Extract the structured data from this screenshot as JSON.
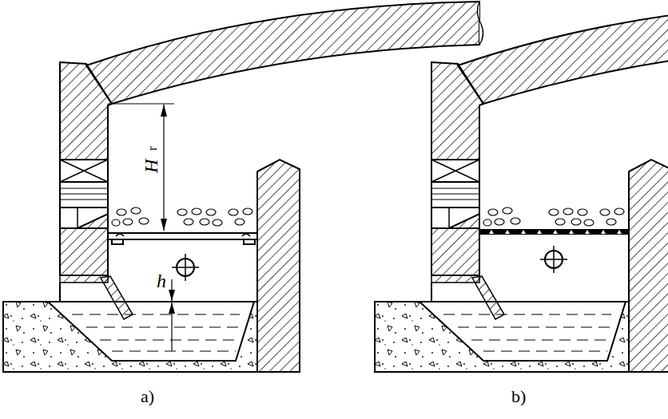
{
  "diagram": {
    "labels": [
      "H",
      "r",
      "h",
      "a)",
      "b)"
    ]
  }
}
